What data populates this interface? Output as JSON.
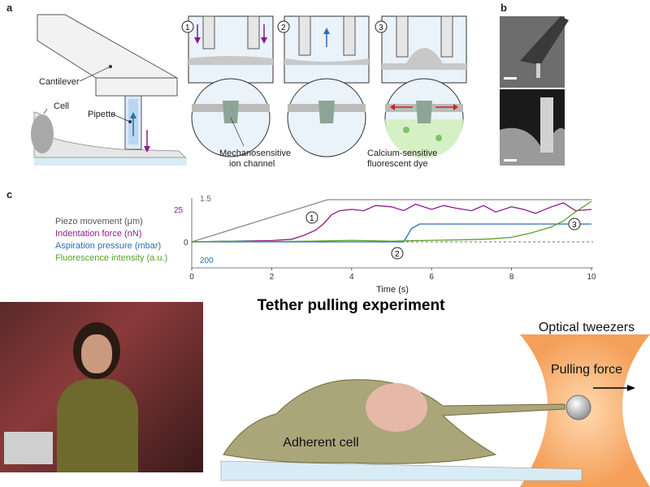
{
  "panel_a": {
    "letter": "a",
    "labels": {
      "cantilever": "Cantilever",
      "cell": "Cell",
      "pipette": "Pipette",
      "channel": "Mechanosensitive\nion channel",
      "dye": "Calcium-sensitive\nfluorescent dye"
    },
    "steps": [
      "1",
      "2",
      "3"
    ]
  },
  "panel_b": {
    "letter": "b"
  },
  "panel_c": {
    "letter": "c",
    "legend": [
      {
        "text": "Piezo movement (μm)",
        "color": "#555555"
      },
      {
        "text": "Indentation force (nN)",
        "color": "#8b1a8b"
      },
      {
        "text": "Aspiration pressure (mbar)",
        "color": "#2a6fb0"
      },
      {
        "text": "Fluorescence intensity (a.u.)",
        "color": "#5aa02c"
      }
    ],
    "markers": [
      "1",
      "2",
      "3"
    ]
  },
  "chart_data": {
    "type": "line",
    "xlabel": "Time (s)",
    "xlim": [
      0,
      10
    ],
    "xticks": [
      "0",
      "2",
      "4",
      "6",
      "8",
      "10"
    ],
    "ytick_labels": {
      "piezo": "1.5",
      "force": "25",
      "zero": "0",
      "pressure": "200"
    },
    "series": [
      {
        "name": "Piezo movement (μm)",
        "color": "#8a8a8a",
        "x": [
          0,
          3.4,
          10
        ],
        "y": [
          0,
          1.5,
          1.5
        ]
      },
      {
        "name": "Indentation force (nN)",
        "color": "#8b1a8b",
        "x": [
          0,
          1,
          2,
          2.5,
          2.8,
          3.1,
          3.3,
          3.5,
          3.7,
          4,
          4.3,
          4.6,
          5,
          5.3,
          5.6,
          6,
          6.3,
          6.6,
          7,
          7.3,
          7.6,
          8,
          8.3,
          8.6,
          9,
          9.3,
          9.6,
          10
        ],
        "y": [
          0,
          0.5,
          1,
          2,
          5,
          9,
          14,
          21,
          24,
          25,
          24,
          28,
          27,
          24,
          29,
          25,
          28,
          26,
          24,
          28,
          23,
          27,
          25,
          22,
          27,
          30,
          24,
          25
        ]
      },
      {
        "name": "Aspiration pressure (mbar)",
        "color": "#2a6fb0",
        "x": [
          0,
          5.3,
          5.5,
          5.7,
          10
        ],
        "y": [
          0,
          0,
          -150,
          -200,
          -200
        ]
      },
      {
        "name": "Fluorescence intensity (a.u.)",
        "color": "#5aa02c",
        "x": [
          0,
          1,
          2,
          3,
          4,
          5,
          6,
          7,
          7.5,
          8,
          8.5,
          9,
          9.3,
          9.6,
          10
        ],
        "y": [
          0,
          0.5,
          0.2,
          0.5,
          1,
          0.5,
          1,
          1.5,
          2,
          3,
          6,
          10,
          14,
          20,
          27
        ]
      }
    ]
  },
  "bottom": {
    "title": "Tether pulling experiment",
    "optical_tweezers": "Optical tweezers",
    "pulling_force": "Pulling force",
    "adherent_cell": "Adherent cell"
  }
}
